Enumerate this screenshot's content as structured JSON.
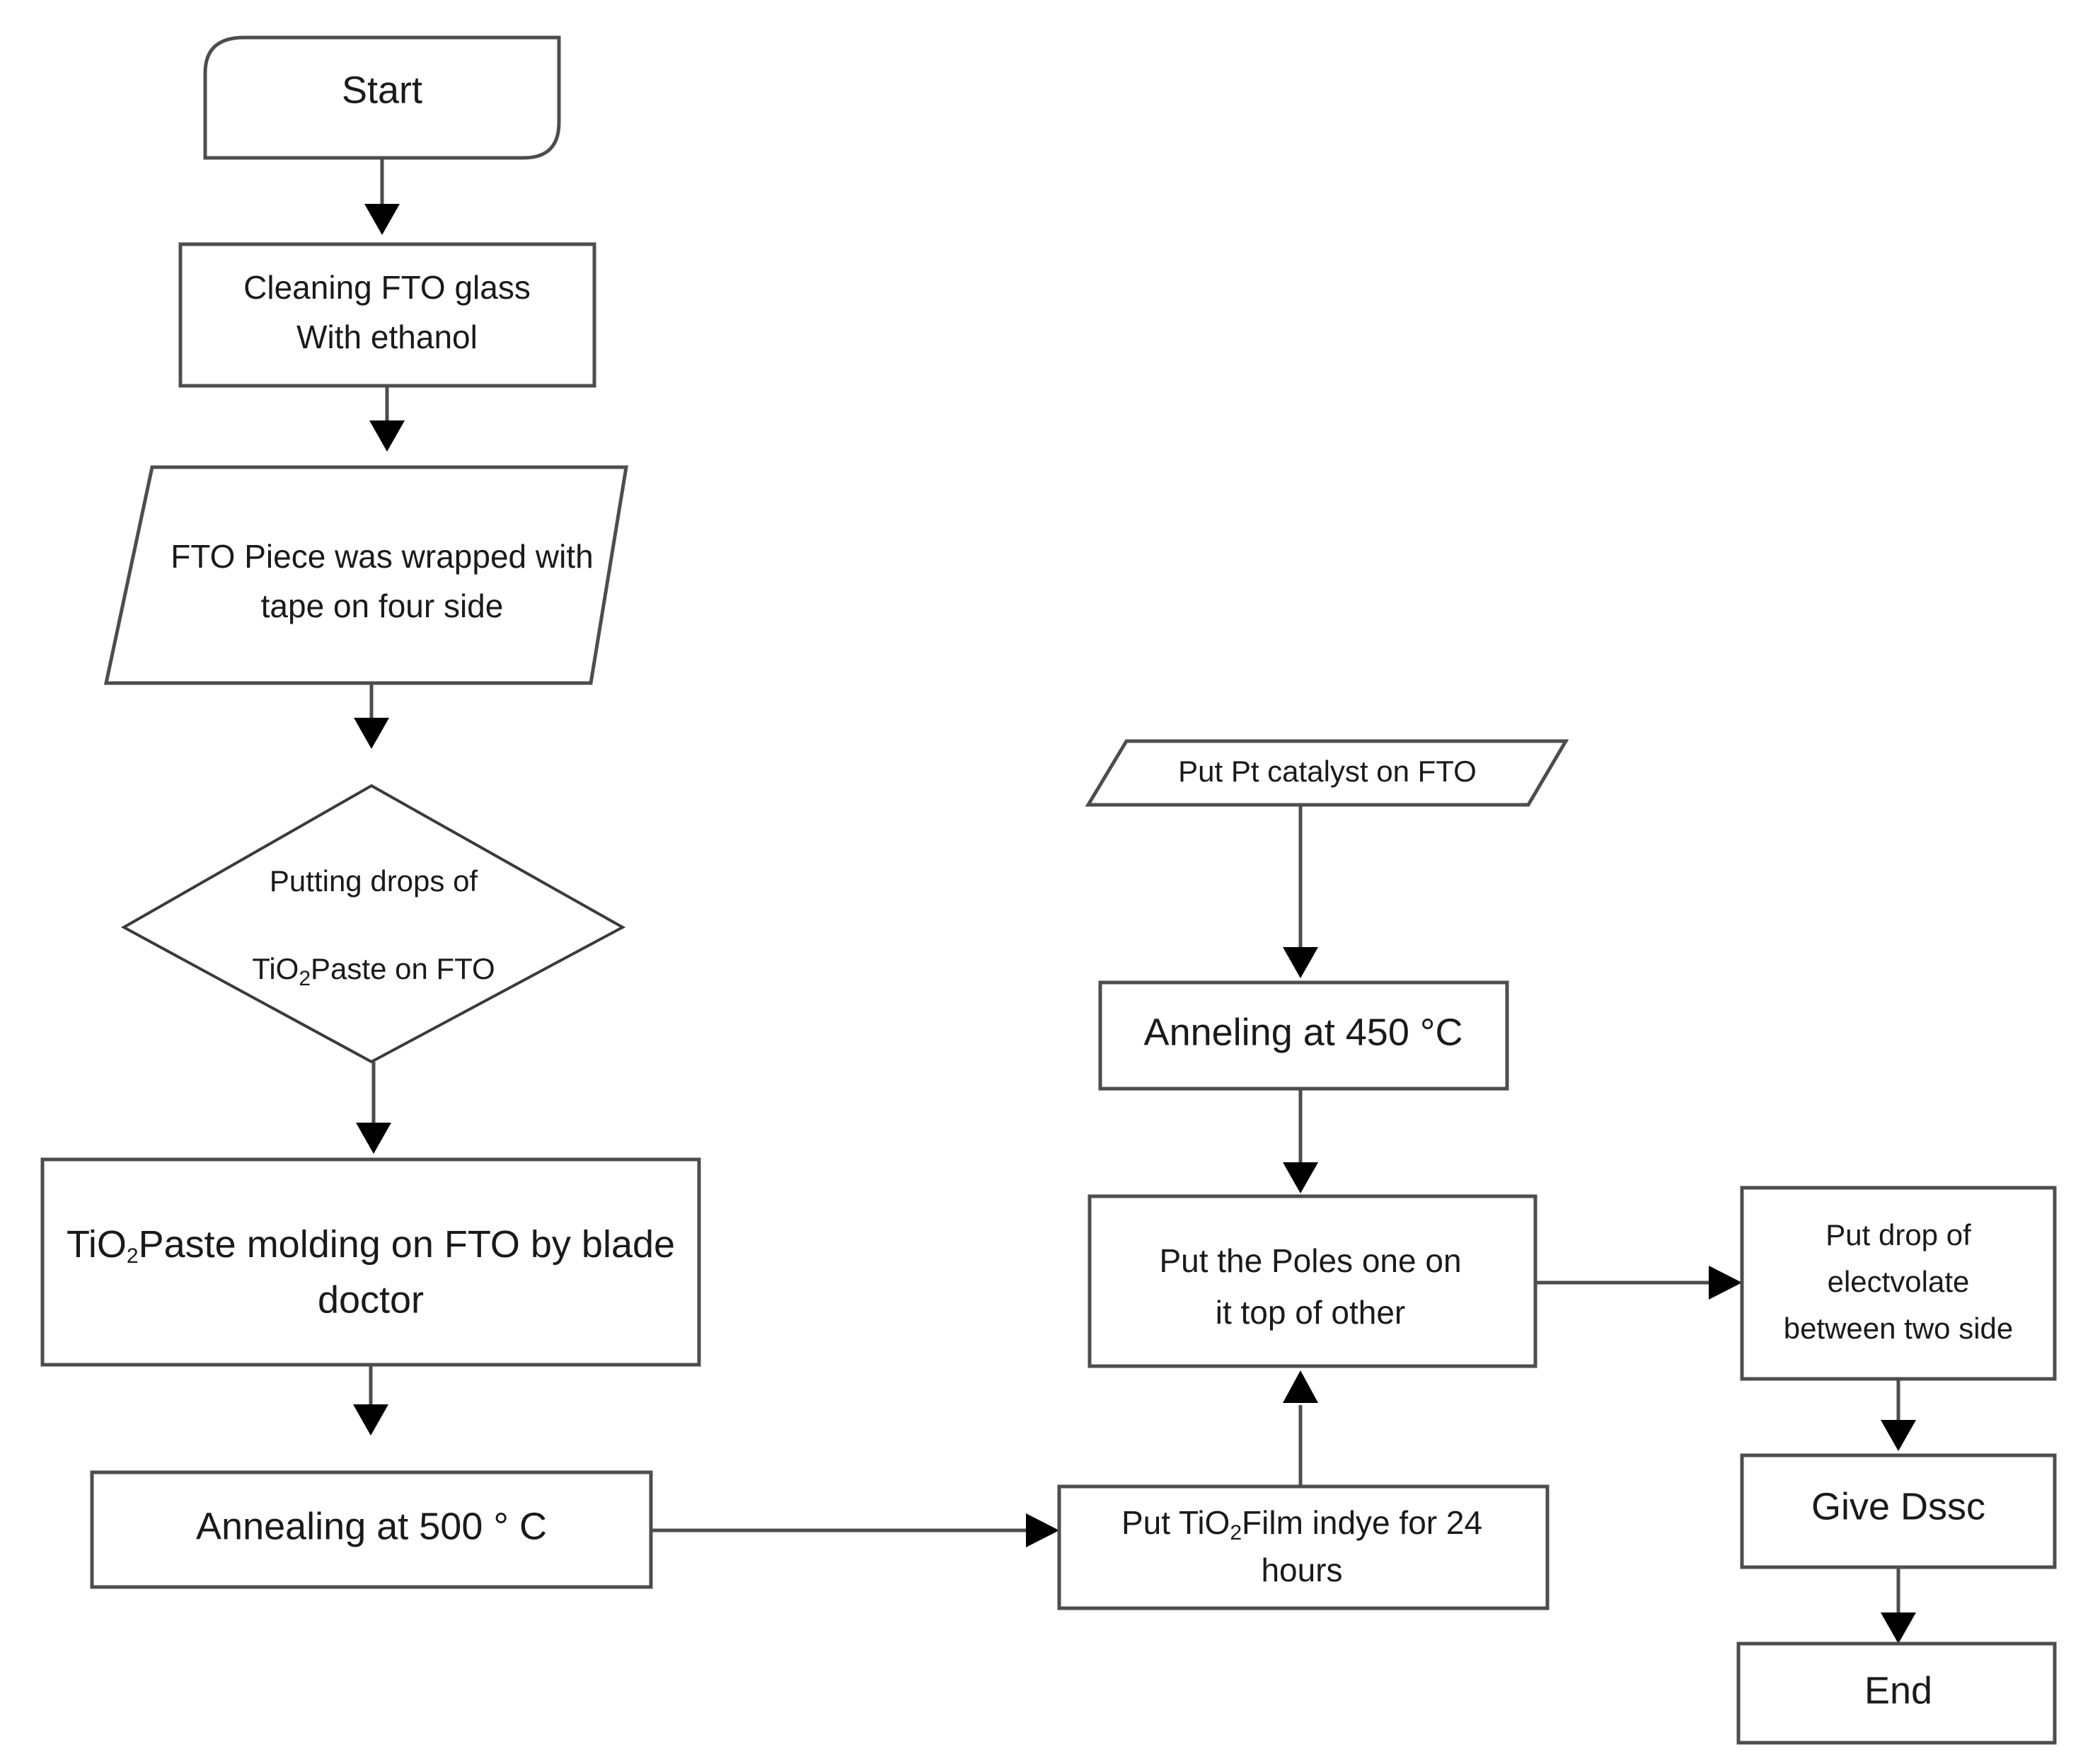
{
  "diagram": {
    "title": "DSSC fabrication process flowchart",
    "background_color": "#ffffff",
    "line_color": "#4d4d4d",
    "text_color": "#1a1a1a",
    "nodes": {
      "start": {
        "label": "Start",
        "shape": "terminator-rounded"
      },
      "clean": {
        "line1": "Cleaning FTO glass",
        "line2": "With ethanol",
        "shape": "process"
      },
      "wrap": {
        "line1": "FTO Piece was wrapped with",
        "line2": "tape on four side",
        "shape": "parallelogram"
      },
      "drops": {
        "line1": "Putting drops of",
        "line2_a": "TiO",
        "line2_sub": "2",
        "line2_b": "Paste on FTO",
        "shape": "decision"
      },
      "molding": {
        "line1_a": "TiO",
        "line1_sub": "2",
        "line1_b": "Paste molding on FTO by blade",
        "line2": "doctor",
        "shape": "process"
      },
      "anneal500": {
        "label": "Annealing at 500 ° C",
        "shape": "process"
      },
      "pt": {
        "label": "Put Pt catalyst on  FTO",
        "shape": "parallelogram"
      },
      "anneal450": {
        "label": "Anneling at 450 °C",
        "shape": "process"
      },
      "poles": {
        "line1": "Put the Poles one on",
        "line2": "it top of other",
        "shape": "process"
      },
      "dye": {
        "line1_a": "Put TiO",
        "line1_sub": "2",
        "line1_b": "Film indye for 24",
        "line2": "hours",
        "shape": "process"
      },
      "electrolyte": {
        "line1": "Put drop of",
        "line2": "electvolate",
        "line3": "between two side",
        "shape": "process"
      },
      "dssc": {
        "label": "Give Dssc",
        "shape": "process"
      },
      "end": {
        "label": "End",
        "shape": "process"
      }
    },
    "edges": [
      {
        "from": "start",
        "to": "clean",
        "direction": "down"
      },
      {
        "from": "clean",
        "to": "wrap",
        "direction": "down"
      },
      {
        "from": "wrap",
        "to": "drops",
        "direction": "down"
      },
      {
        "from": "drops",
        "to": "molding",
        "direction": "down"
      },
      {
        "from": "molding",
        "to": "anneal500",
        "direction": "down"
      },
      {
        "from": "anneal500",
        "to": "dye",
        "direction": "right"
      },
      {
        "from": "dye",
        "to": "poles",
        "direction": "up"
      },
      {
        "from": "pt",
        "to": "anneal450",
        "direction": "down"
      },
      {
        "from": "anneal450",
        "to": "poles",
        "direction": "down"
      },
      {
        "from": "poles",
        "to": "electrolyte",
        "direction": "right"
      },
      {
        "from": "electrolyte",
        "to": "dssc",
        "direction": "down"
      },
      {
        "from": "dssc",
        "to": "end",
        "direction": "down"
      }
    ]
  }
}
